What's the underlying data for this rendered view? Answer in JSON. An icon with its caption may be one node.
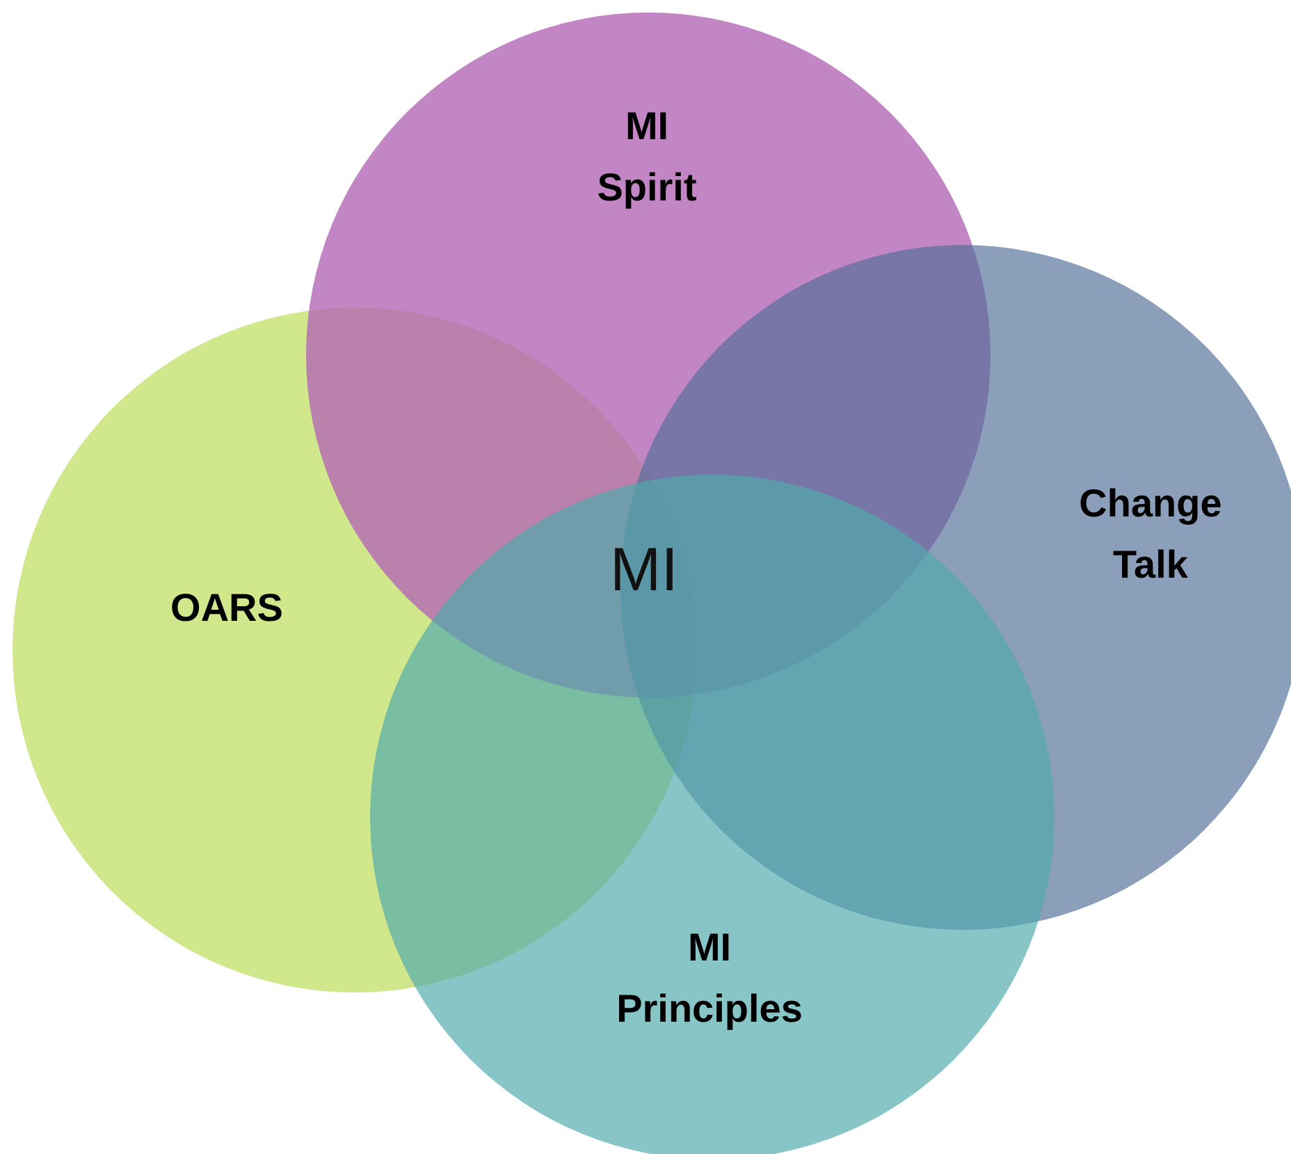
{
  "diagram": {
    "nodes": [
      {
        "text": [
          "MI Spirit"
        ]
      },
      {
        "text": [
          "Change Talk"
        ]
      },
      {
        "text": [
          "OARS"
        ]
      },
      {
        "text": [
          "MI Principles"
        ]
      }
    ],
    "labels": [
      "MI"
    ]
  }
}
